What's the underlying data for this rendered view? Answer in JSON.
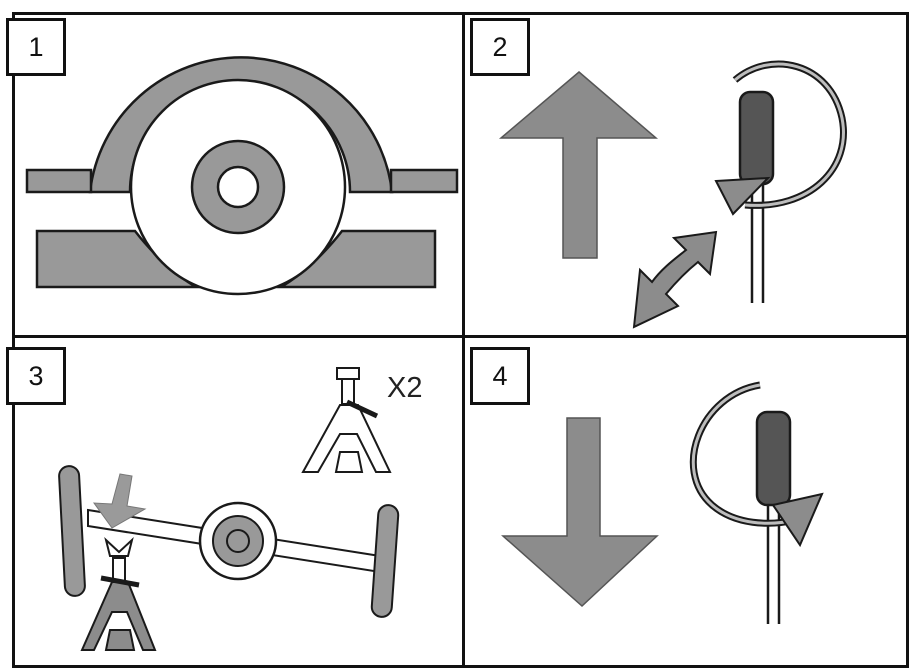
{
  "panels": [
    {
      "number": "1"
    },
    {
      "number": "2"
    },
    {
      "number": "3",
      "badge": "X2"
    },
    {
      "number": "4"
    }
  ],
  "colors": {
    "fill_gray": "#999999",
    "arrow_gray": "#8c8c8c",
    "stroke": "#1a1a1a",
    "background": "#ffffff"
  },
  "icons": {
    "panel1": [
      "wheel-arch-icon",
      "wheel-icon",
      "hub-icon",
      "road-icon"
    ],
    "panel2": [
      "up-arrow-icon",
      "double-arrow-icon",
      "screwdriver-icon",
      "clockwise-rotation-icon"
    ],
    "panel3": [
      "jack-stand-icon",
      "axle-icon",
      "press-down-arrow-icon"
    ],
    "panel4": [
      "down-arrow-icon",
      "screwdriver-icon",
      "counterclockwise-rotation-icon"
    ]
  }
}
